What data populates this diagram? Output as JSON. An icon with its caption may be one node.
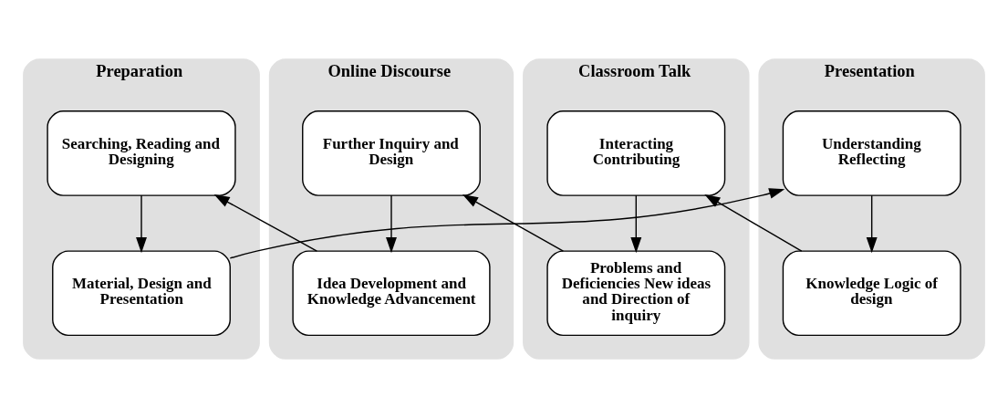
{
  "diagram": {
    "nodes": [
      {
        "text": [
          "Preparation"
        ]
      },
      {
        "text": [
          "Searching, Reading and Designing"
        ],
        "in": 0
      },
      {
        "text": [
          "Material, Design and Presentation"
        ],
        "in": 0
      },
      {
        "text": [
          "Presentation"
        ]
      },
      {
        "text": [
          "Understanding Reflecting"
        ],
        "in": 3
      },
      {
        "text": [
          "Knowledge Logic of design"
        ],
        "in": 3
      },
      {
        "text": [
          "Classroom Talk"
        ]
      },
      {
        "text": [
          "Interacting Contributing"
        ],
        "in": 6
      },
      {
        "text": [
          "Problems and Deficiencies New ideas and Direction of inquiry"
        ],
        "in": 6
      },
      {
        "text": [
          "Online Discourse"
        ]
      },
      {
        "text": [
          "Further Inquiry and Design"
        ],
        "in": 9
      },
      {
        "text": [
          "Idea Development and Knowledge Advancement"
        ],
        "in": 9
      }
    ],
    "edges": [
      {
        "from": 1,
        "to": 2,
        "arrow": "to"
      },
      {
        "from": 2,
        "to": 4,
        "arrow": "to"
      },
      {
        "from": 4,
        "to": 5,
        "arrow": "to"
      },
      {
        "from": 5,
        "to": 7,
        "arrow": "to"
      },
      {
        "from": 7,
        "to": 8,
        "arrow": "to"
      },
      {
        "from": 8,
        "to": 10,
        "arrow": "to"
      },
      {
        "from": 10,
        "to": 11,
        "arrow": "to"
      },
      {
        "from": 11,
        "to": 1,
        "arrow": "to"
      }
    ]
  }
}
